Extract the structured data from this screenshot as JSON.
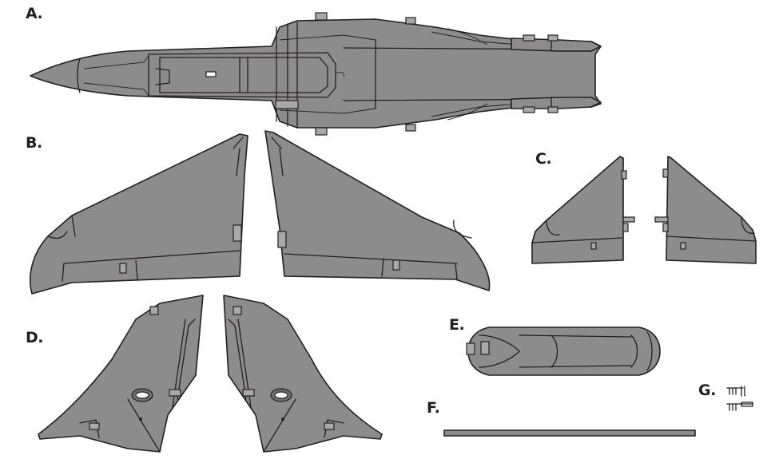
{
  "labels": {
    "a": "A.",
    "b": "B.",
    "c": "C.",
    "d": "D.",
    "e": "E.",
    "f": "F.",
    "g": "G."
  },
  "colors": {
    "part_fill": "#8c8c8c",
    "outline": "#231f20",
    "background": "#ffffff"
  }
}
